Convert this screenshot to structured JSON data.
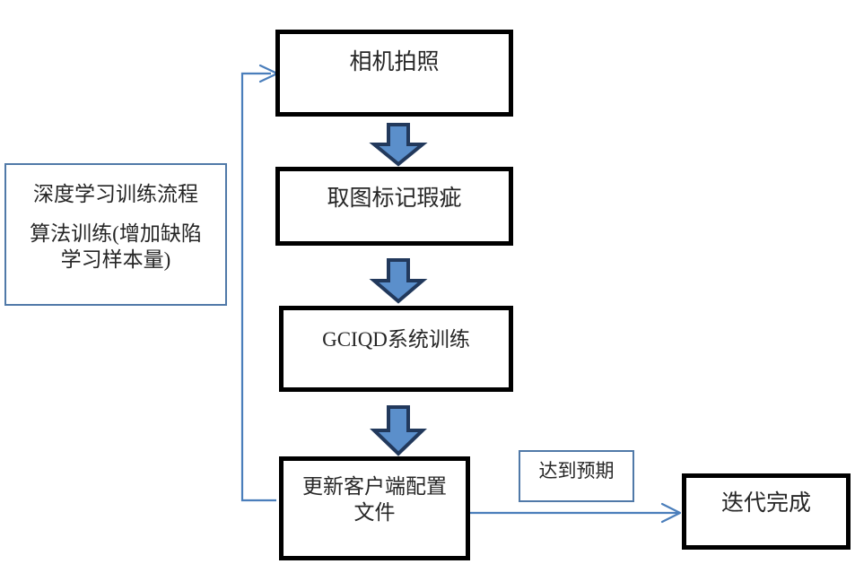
{
  "diagram": {
    "title_hidden": "",
    "colors": {
      "box_border_black": "#000000",
      "box_border_blue": "#5079A8",
      "arrow_fill": "#5B8FCB",
      "arrow_outline": "#22395C",
      "connector_line": "#4A7EBB",
      "text": "#262626",
      "background": "#FFFFFF"
    },
    "nodes": [
      {
        "id": "camera",
        "label": "相机拍照",
        "style": "black-box"
      },
      {
        "id": "annotate",
        "label": "取图标记瑕疵",
        "style": "black-box"
      },
      {
        "id": "train",
        "label": "GCIQD系统训练",
        "style": "black-box"
      },
      {
        "id": "update",
        "label": "更新客户端配置\n文件",
        "style": "black-box"
      },
      {
        "id": "done",
        "label": "迭代完成",
        "style": "black-box"
      },
      {
        "id": "expected",
        "label": "达到预期",
        "style": "blue-box"
      }
    ],
    "note": {
      "line1": "深度学习训练流程",
      "line2": "算法训练(增加缺陷\n学习样本量)"
    },
    "edges": [
      {
        "from": "camera",
        "to": "annotate",
        "kind": "block-arrow-down"
      },
      {
        "from": "annotate",
        "to": "train",
        "kind": "block-arrow-down"
      },
      {
        "from": "train",
        "to": "update",
        "kind": "block-arrow-down"
      },
      {
        "from": "update",
        "to": "done",
        "kind": "line-arrow-right",
        "label": "达到预期"
      },
      {
        "from": "update",
        "to": "camera",
        "kind": "feedback-loop-left"
      }
    ]
  }
}
